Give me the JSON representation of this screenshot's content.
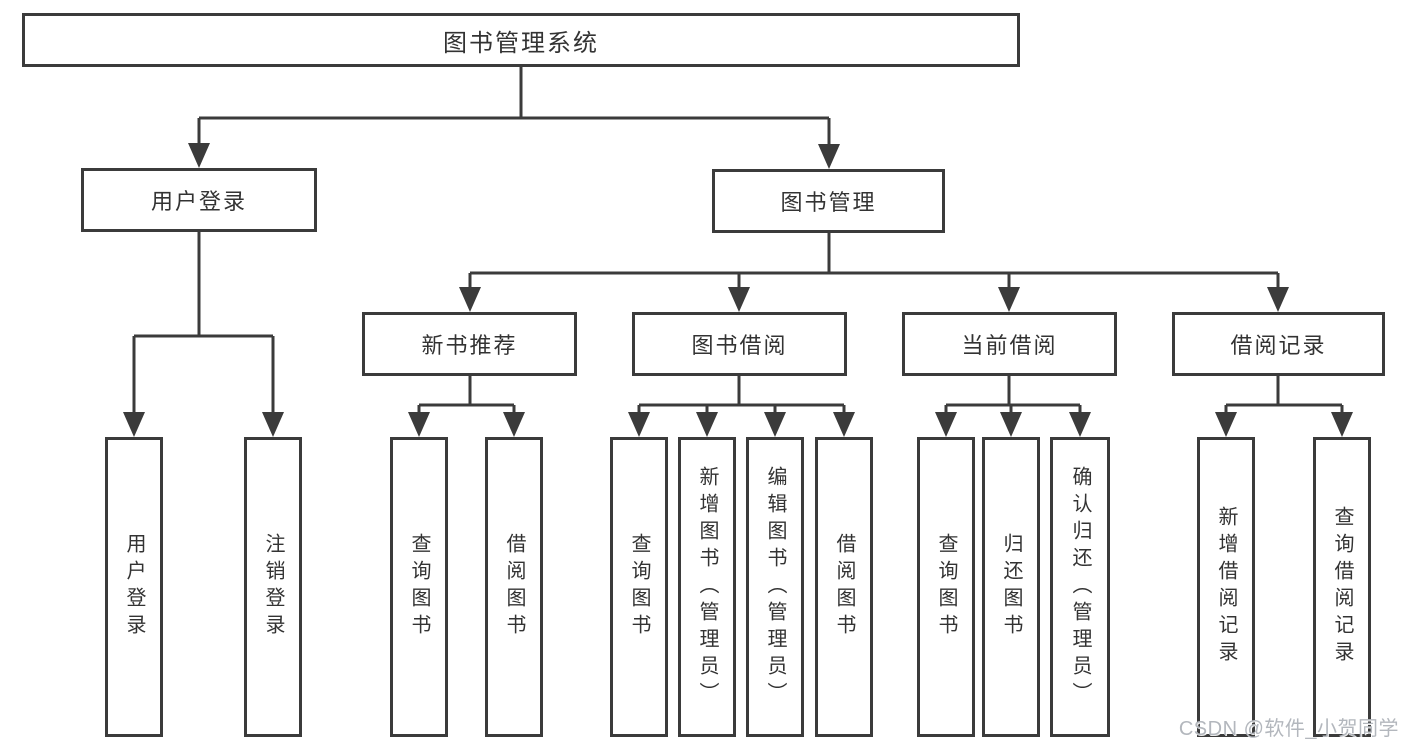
{
  "diagram": {
    "root": {
      "label": "图书管理系统"
    },
    "branches": [
      {
        "label": "用户登录",
        "children": [
          "用户登录",
          "注销登录"
        ]
      },
      {
        "label": "图书管理",
        "groups": [
          {
            "label": "新书推荐",
            "children": [
              "查询图书",
              "借阅图书"
            ]
          },
          {
            "label": "图书借阅",
            "children": [
              "查询图书",
              "新增图书（管理员）",
              "编辑图书（管理员）",
              "借阅图书"
            ]
          },
          {
            "label": "当前借阅",
            "children": [
              "查询图书",
              "归还图书",
              "确认归还（管理员）"
            ]
          },
          {
            "label": "借阅记录",
            "children": [
              "新增借阅记录",
              "查询借阅记录"
            ]
          }
        ]
      }
    ]
  },
  "watermark": {
    "text": "CSDN @软件_小贺同学"
  },
  "colors": {
    "line": "#3b3b3b",
    "text": "#333333",
    "watermark": "#b3b7bd",
    "background": "#ffffff"
  }
}
